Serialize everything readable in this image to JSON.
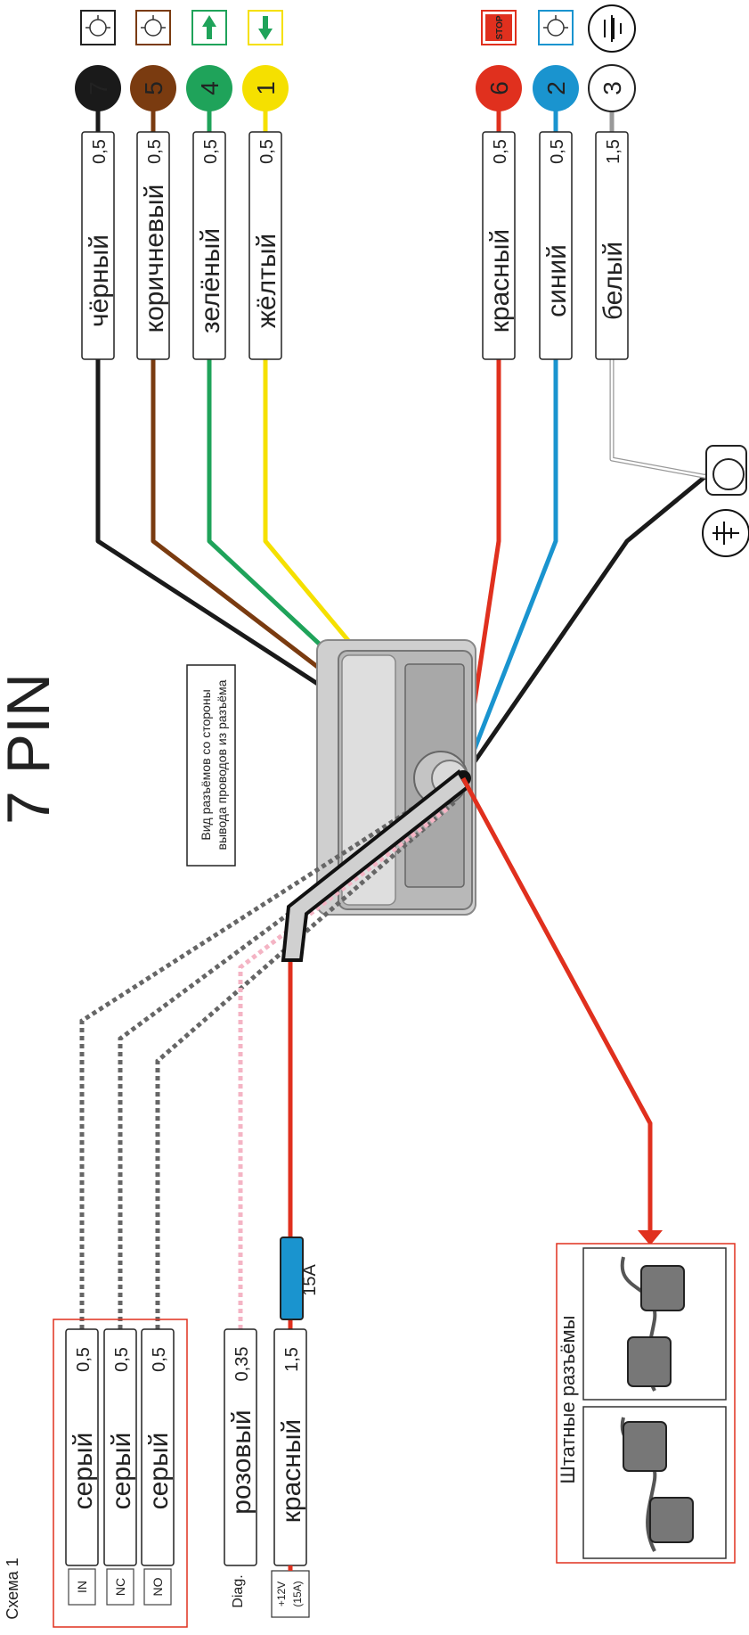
{
  "title": "7 PIN",
  "scheme_label": "Схема 1",
  "note": {
    "line1": "Вид разъёмов со стороны",
    "line2": "вывода проводов из разъёма"
  },
  "fuse_label": "15A",
  "factory_connectors_label": "Штатные разъёмы",
  "diag_label": "Diag.",
  "power": {
    "line1": "+12V",
    "line2": "(15A)"
  },
  "top_wires": [
    {
      "pin": "7",
      "color_name": "чёрный",
      "gauge": "0,5",
      "color": "#1a1a1a",
      "icon": "rear-fog-light-icon"
    },
    {
      "pin": "5",
      "color_name": "коричневый",
      "gauge": "0,5",
      "color": "#7a3b10",
      "icon": "side-light-icon"
    },
    {
      "pin": "4",
      "color_name": "зелёный",
      "gauge": "0,5",
      "color": "#1fa35a",
      "icon": "right-turn-arrow-icon"
    },
    {
      "pin": "1",
      "color_name": "жёлтый",
      "gauge": "0,5",
      "color": "#f5e000",
      "icon": "left-turn-arrow-icon"
    },
    {
      "pin": "6",
      "color_name": "красный",
      "gauge": "0,5",
      "color": "#e0301e",
      "icon_text": "STOP",
      "icon": "stop-light-icon"
    },
    {
      "pin": "2",
      "color_name": "синий",
      "gauge": "0,5",
      "color": "#1a94cf",
      "icon": "reverse-light-icon"
    },
    {
      "pin": "3",
      "color_name": "белый",
      "gauge": "1,5",
      "color": "#ffffff",
      "icon": "ground-icon"
    }
  ],
  "bottom_wires": [
    {
      "code": "IN",
      "color_name": "серый",
      "gauge": "0,5"
    },
    {
      "code": "NC",
      "color_name": "серый",
      "gauge": "0,5"
    },
    {
      "code": "NO",
      "color_name": "серый",
      "gauge": "0,5"
    },
    {
      "code": "",
      "color_name": "розовый",
      "gauge": "0,35"
    },
    {
      "code": "",
      "color_name": "красный",
      "gauge": "1,5"
    }
  ]
}
